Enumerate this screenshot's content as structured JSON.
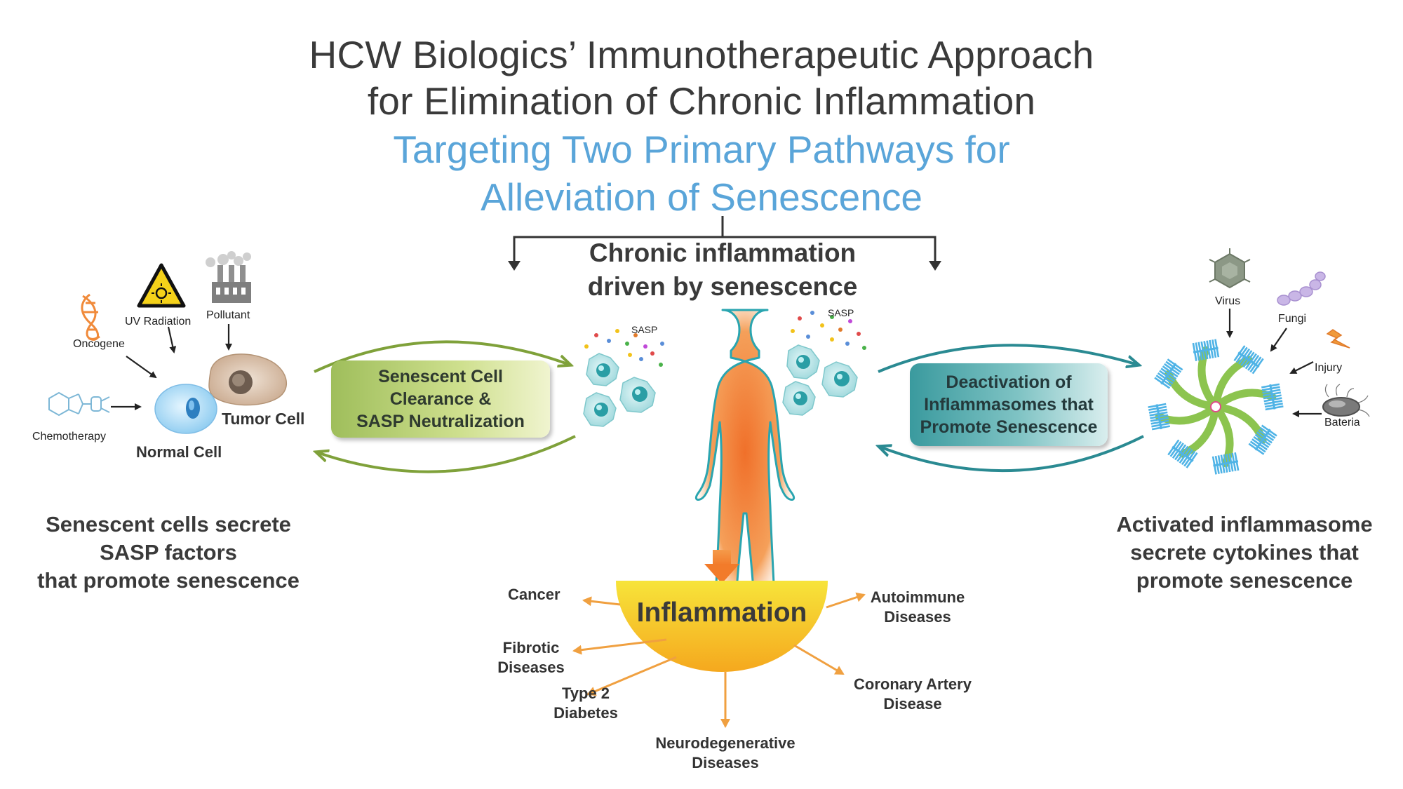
{
  "title": {
    "line1": "HCW Biologics’ Immunotherapeutic Approach",
    "line2": "for Elimination of Chronic Inflammation",
    "subtitle1": "Targeting Two Primary Pathways for",
    "subtitle2": "Alleviation of Senescence"
  },
  "center": {
    "heading1": "Chronic inflammation",
    "heading2": "driven by senescence",
    "sasp_left": "SASP",
    "sasp_right": "SASP",
    "inflammation": "Inflammation"
  },
  "left_panel": {
    "oncogene": "Oncogene",
    "uv": "UV Radiation",
    "pollutant": "Pollutant",
    "chemotherapy": "Chemotherapy",
    "normal_cell": "Normal Cell",
    "tumor_cell": "Tumor Cell",
    "box_line1": "Senescent Cell",
    "box_line2": "Clearance &",
    "box_line3": "SASP Neutralization",
    "caption_line1": "Senescent cells secrete",
    "caption_line2": "SASP factors",
    "caption_line3": "that promote senescence"
  },
  "right_panel": {
    "virus": "Virus",
    "fungi": "Fungi",
    "injury": "Injury",
    "bacteria": "Bateria",
    "box_line1": "Deactivation of",
    "box_line2": "Inflammasomes that",
    "box_line3": "Promote Senescence",
    "caption_line1": "Activated inflammasome",
    "caption_line2": "secrete cytokines that",
    "caption_line3": "promote senescence"
  },
  "diseases": {
    "cancer": "Cancer",
    "fibrotic1": "Fibrotic",
    "fibrotic2": "Diseases",
    "diabetes1": "Type 2",
    "diabetes2": "Diabetes",
    "neuro1": "Neurodegenerative",
    "neuro2": "Diseases",
    "coronary1": "Coronary Artery",
    "coronary2": "Disease",
    "autoimmune1": "Autoimmune",
    "autoimmune2": "Diseases"
  },
  "colors": {
    "green_arrow": "#7fa13a",
    "teal_arrow": "#2a8a92",
    "orange_arrow": "#f0a040",
    "subtitle_blue": "#5aa5d9",
    "body_orange": "#f07a2a",
    "cell_teal": "#8fd3d8",
    "cytokine_blue": "#4fb3e6",
    "inflammasome_green": "#8cc44f"
  }
}
